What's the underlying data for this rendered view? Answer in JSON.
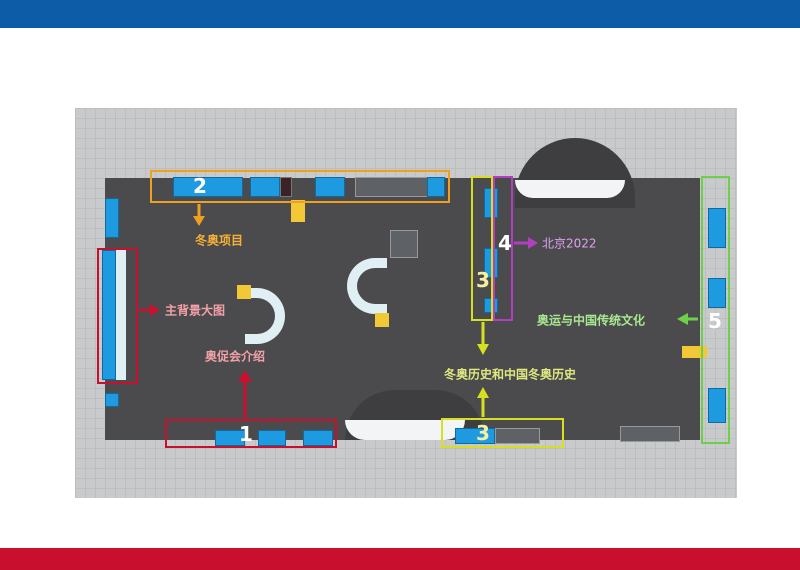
{
  "zones": [
    {
      "number": "1",
      "label": "奥促会介绍",
      "color": "#c8102e"
    },
    {
      "number": "2",
      "label": "冬奥项目",
      "color": "#f0a020"
    },
    {
      "number": "3",
      "label": "冬奥历史和中国冬奥历史",
      "color": "#d6df20"
    },
    {
      "number": "4",
      "label": "北京2022",
      "color": "#b040c0"
    },
    {
      "number": "5",
      "label": "奥运与中国传统文化",
      "color": "#6ed04a"
    }
  ],
  "main_bg": {
    "label": "主背景大图",
    "color": "#c8102e"
  }
}
